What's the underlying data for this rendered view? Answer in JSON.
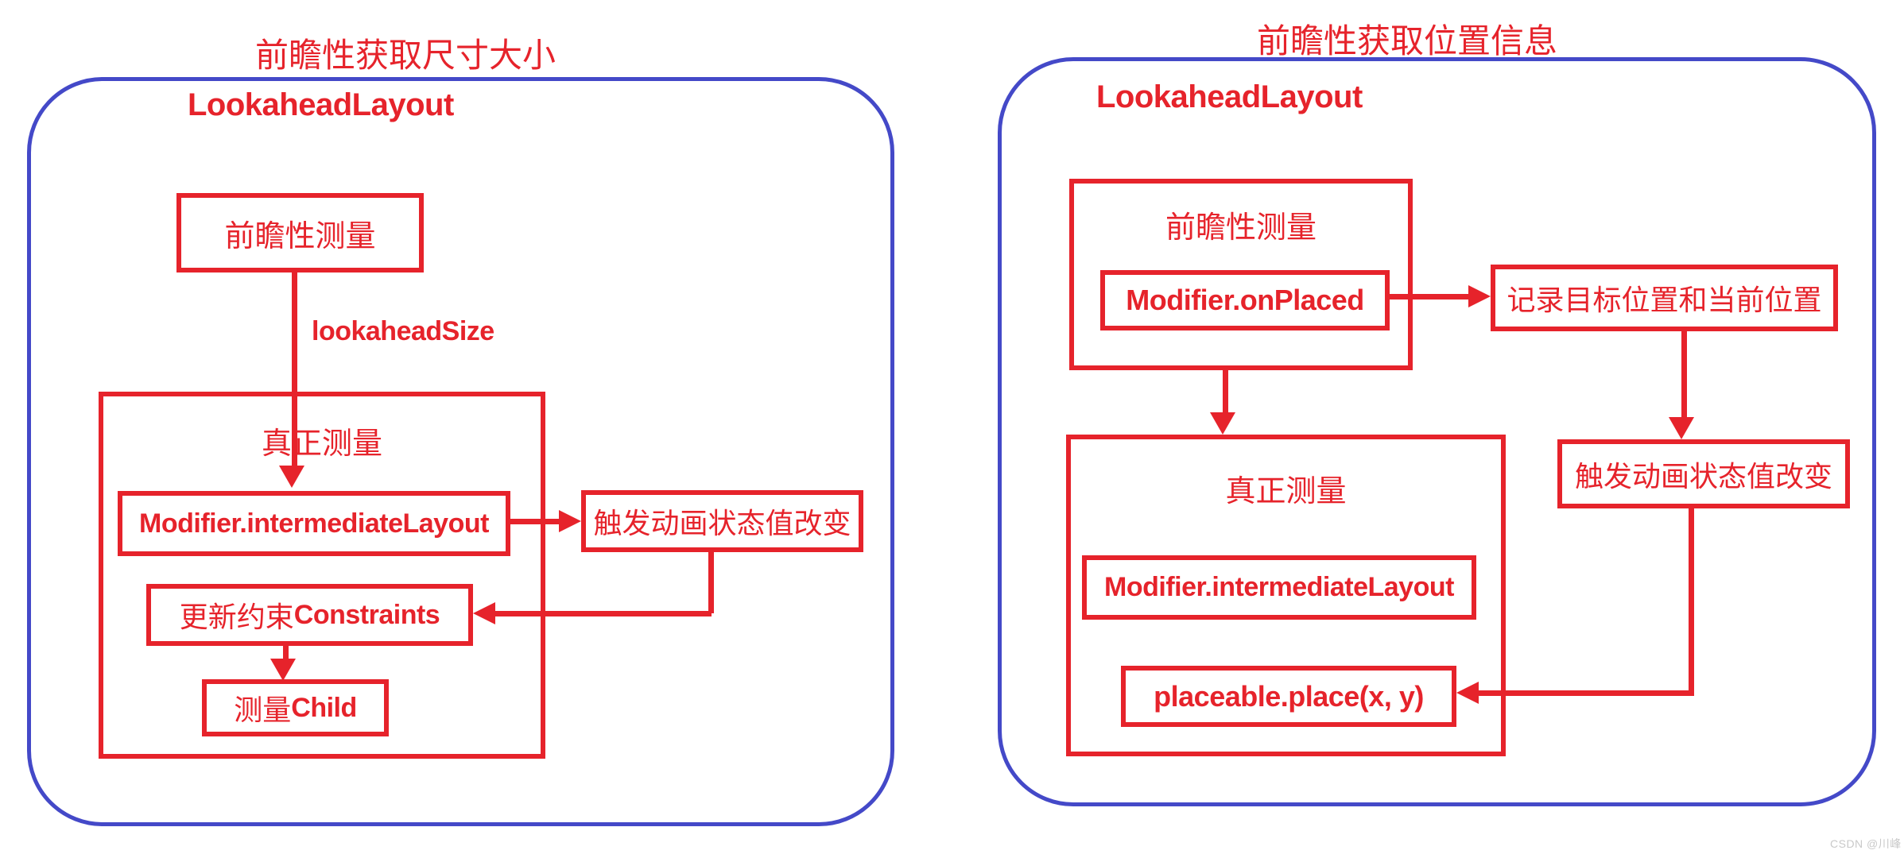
{
  "colors": {
    "red": "#e6232b",
    "blue": "#4449c8",
    "wm": "#c9c9c9",
    "bg": "#ffffff"
  },
  "left": {
    "title": "前瞻性获取尺寸大小",
    "container_label": "LookaheadLayout",
    "nodes": {
      "lookahead_measure": "前瞻性测量",
      "edge_label_lookahead_size": "lookaheadSize",
      "real_measure": "真正测量",
      "intermediate_layout": "Modifier.intermediateLayout",
      "trigger_animation": "触发动画状态值改变",
      "update_constraints_prefix": "更新约束",
      "update_constraints_code": "Constraints",
      "measure_child_prefix": "测量",
      "measure_child_code": "Child"
    }
  },
  "right": {
    "title": "前瞻性获取位置信息",
    "container_label": "LookaheadLayout",
    "nodes": {
      "lookahead_measure": "前瞻性测量",
      "on_placed": "Modifier.onPlaced",
      "record_positions": "记录目标位置和当前位置",
      "trigger_animation": "触发动画状态值改变",
      "real_measure": "真正测量",
      "intermediate_layout": "Modifier.intermediateLayout",
      "placeable_place": "placeable.place(x, y)"
    }
  },
  "watermark": "CSDN @川峰"
}
